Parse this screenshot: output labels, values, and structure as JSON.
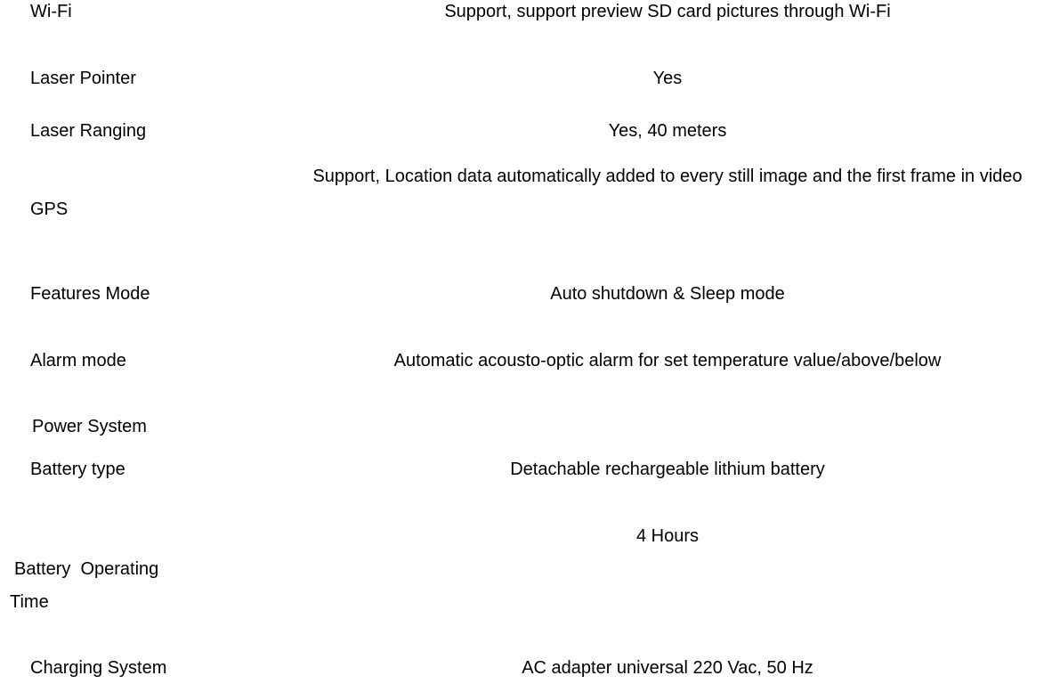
{
  "rows": [
    {
      "label": "Wi-Fi",
      "value": "Support, support preview SD card pictures through Wi-Fi"
    },
    {
      "label": "Laser Pointer",
      "value": "Yes"
    },
    {
      "label": "Laser Ranging",
      "value": "Yes, 40 meters"
    },
    {
      "label": "GPS",
      "value": "Support, Location data automatically added to every still image and the first frame in video"
    },
    {
      "label": "Features Mode",
      "value": "Auto shutdown & Sleep mode"
    },
    {
      "label": "Alarm mode",
      "value": "Automatic acousto-optic alarm for set temperature value/above/below"
    },
    {
      "label": "Power System"
    },
    {
      "label": "Battery type",
      "value": "Detachable rechargeable lithium battery"
    },
    {
      "label": "Battery  Operating",
      "label2": "Time",
      "value": "4 Hours"
    },
    {
      "label": "Charging System",
      "value": "AC adapter universal 220 Vac, 50 Hz"
    }
  ]
}
